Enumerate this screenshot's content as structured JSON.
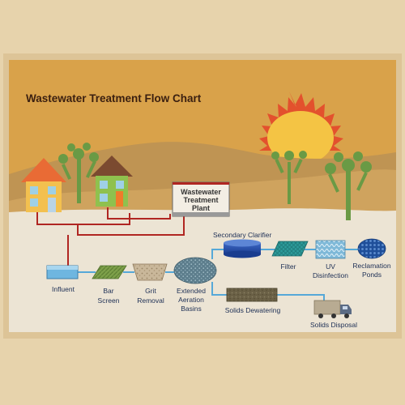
{
  "title": "Wastewater Treatment Flow Chart",
  "plant_label": {
    "line1": "Wastewater",
    "line2": "Treatment",
    "line3": "Plant"
  },
  "stages": {
    "influent": "Influent",
    "bar_screen": {
      "line1": "Bar",
      "line2": "Screen"
    },
    "grit_removal": {
      "line1": "Grit",
      "line2": "Removal"
    },
    "aeration": {
      "line1": "Extended",
      "line2": "Aeration",
      "line3": "Basins"
    },
    "secondary_clarifier": "Secondary Clarifier",
    "filter": "Filter",
    "uv": {
      "line1": "UV",
      "line2": "Disinfection"
    },
    "reclamation": {
      "line1": "Reclamation",
      "line2": "Ponds"
    },
    "solids_dewatering": "Solids Dewatering",
    "solids_disposal": "Solids Disposal"
  },
  "colors": {
    "sky": "#d9a24a",
    "hill_far": "#bf9453",
    "hill_near": "#cfa35e",
    "ground": "#ece4d4",
    "parchment": "#e7d3ac",
    "sewer_pipe": "#b02622",
    "process_pipe": "#56a8d8",
    "sun": "#f4c444",
    "sun_rays": "#e3512d"
  }
}
